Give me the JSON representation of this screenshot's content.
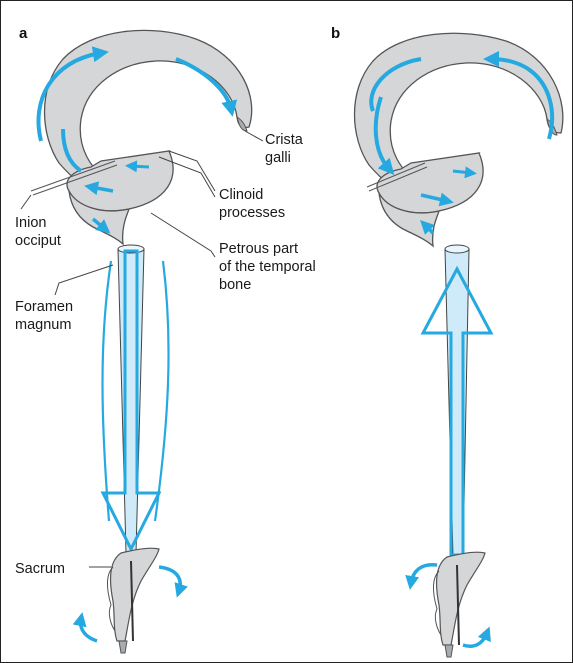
{
  "panels": {
    "a": "a",
    "b": "b"
  },
  "labels": {
    "crista_1": "Crista",
    "crista_2": "galli",
    "clinoid_1": "Clinoid",
    "clinoid_2": "processes",
    "inion_1": "Inion",
    "inion_2": "occiput",
    "petrous_1": "Petrous part",
    "petrous_2": "of the temporal",
    "petrous_3": "bone",
    "foramen_1": "Foramen",
    "foramen_2": "magnum",
    "sacrum": "Sacrum"
  },
  "colors": {
    "bone_fill": "#d4d6d8",
    "bone_dark": "#a9acaf",
    "bone_stroke": "#555555",
    "spine_fill": "#cfeaf8",
    "arrow_blue": "#25a9e0",
    "leader": "#444444"
  }
}
